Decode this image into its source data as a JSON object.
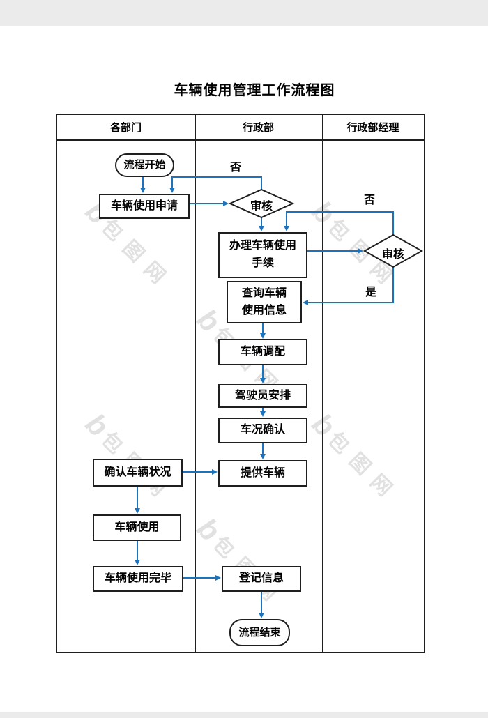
{
  "page": {
    "title": "车辆使用管理工作流程图"
  },
  "lanes": [
    {
      "label": "各部门"
    },
    {
      "label": "行政部"
    },
    {
      "label": "行政部经理"
    }
  ],
  "nodes": {
    "start": "流程开始",
    "apply": "车辆使用申请",
    "review1": "审核",
    "handle": "办理车辆使用\n手续",
    "query": "查询车辆\n使用信息",
    "dispatch": "车辆调配",
    "driver": "驾驶员安排",
    "condition": "车况确认",
    "provide": "提供车辆",
    "confirm": "确认车辆状况",
    "use": "车辆使用",
    "finish": "车辆使用完毕",
    "register": "登记信息",
    "end": "流程结束",
    "review2": "审核"
  },
  "edge_labels": {
    "review1_no": "否",
    "review2_no": "否",
    "review2_yes": "是"
  },
  "watermark": {
    "logo": "b",
    "text": "包图网"
  },
  "colors": {
    "arrow_blue": "#1b73be",
    "node_border": "#1f1f1f",
    "watermark_gray": "#dadada",
    "band_gray": "#ebebeb"
  }
}
